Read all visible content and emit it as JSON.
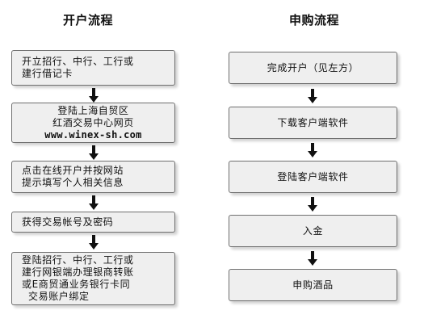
{
  "titles": {
    "left": "开户流程",
    "right": "申购流程"
  },
  "left_steps": [
    {
      "lines": [
        "开立招行、中行、工行或",
        "建行借记卡"
      ]
    },
    {
      "lines": [
        "登陆上海自贸区",
        "红酒交易中心网页",
        "www.winex-sh.com"
      ]
    },
    {
      "lines": [
        "点击在线开户并按网站",
        "提示填写个人相关信息"
      ]
    },
    {
      "lines": [
        "获得交易帐号及密码"
      ]
    },
    {
      "lines": [
        "登陆招行、中行、工行或",
        "建行网银端办理银商转账",
        "或E商贸通业务银行卡同",
        "交易账户绑定"
      ]
    }
  ],
  "right_steps": [
    {
      "lines": [
        "完成开户（见左方）"
      ]
    },
    {
      "lines": [
        "下载客户端软件"
      ]
    },
    {
      "lines": [
        "登陆客户端软件"
      ]
    },
    {
      "lines": [
        "入金"
      ]
    },
    {
      "lines": [
        "申购酒品"
      ]
    }
  ],
  "icons": {
    "arrow": "down-arrow-icon"
  },
  "colors": {
    "box_fill": "#efefef",
    "box_border": "#6f6f6f",
    "arrow": "#111111"
  }
}
